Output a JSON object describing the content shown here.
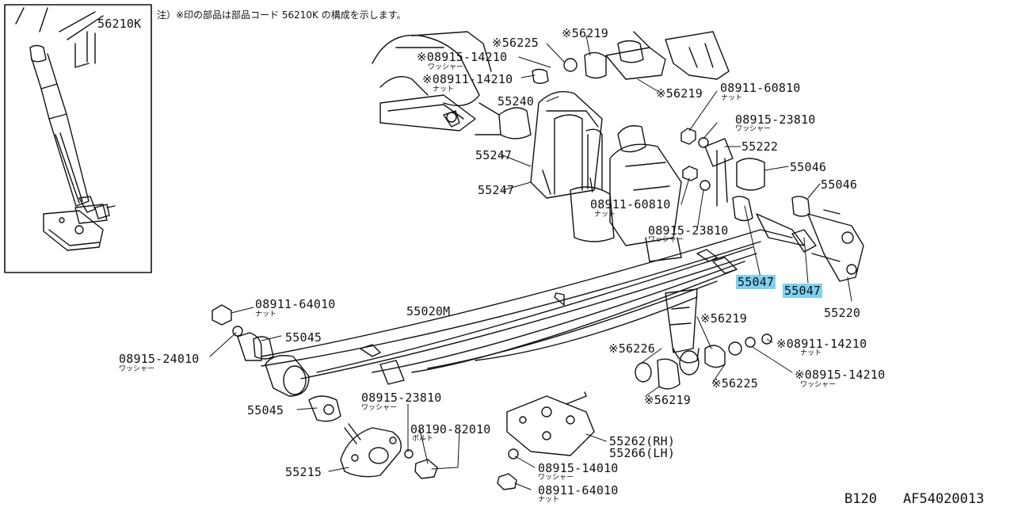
{
  "note": "注）※印の部品は部品コード 56210K の構成を示します。",
  "inset_label": "56210K",
  "labels": {
    "p56225_top": "※56225",
    "p56219_top": "※56219",
    "p08915_14210_top": "※08915-14210",
    "p08915_14210_top_sub": "ワッシャー",
    "p08911_14210_top": "※08911-14210",
    "p08911_14210_top_sub": "ナット",
    "p55240": "55240",
    "p56219_mid": "※56219",
    "p08911_60810_top": "08911-60810",
    "p08911_60810_top_sub": "ナット",
    "p08915_23810_top": "08915-23810",
    "p08915_23810_top_sub": "ワッシャー",
    "p55222": "55222",
    "p55247_a": "55247",
    "p55247_b": "55247",
    "p55046_a": "55046",
    "p55046_b": "55046",
    "p08911_60810_mid": "08911-60810",
    "p08911_60810_mid_sub": "ナット",
    "p08915_23810_mid": "08915-23810",
    "p08915_23810_mid_sub": "ワッシャー",
    "p55047_a": "55047",
    "p55047_b": "55047",
    "p55220": "55220",
    "p08911_64010_left": "08911-64010",
    "p08911_64010_left_sub": "ナット",
    "p55020M": "55020M",
    "p55045_top": "55045",
    "p08915_24010": "08915-24010",
    "p08915_24010_sub": "ワッシャー",
    "p56219_right": "※56219",
    "p08911_14210_right": "※08911-14210",
    "p08911_14210_right_sub": "ナット",
    "p56226": "※56226",
    "p56225_right": "※56225",
    "p08915_14210_right": "※08915-14210",
    "p08915_14210_right_sub": "ワッシャー",
    "p56219_bottom": "※56219",
    "p08915_23810_bottom": "08915-23810",
    "p08915_23810_bottom_sub": "ワッシャー",
    "p55045_bottom": "55045",
    "p08190_82010": "08190-82010",
    "p08190_82010_sub": "ボルト",
    "p55262": "55262(RH)",
    "p55266": "55266(LH)",
    "p55215": "55215",
    "p08915_14010": "08915-14010",
    "p08915_14010_sub": "ワッシャー",
    "p08911_64010_bottom": "08911-64010",
    "p08911_64010_bottom_sub": "ナット"
  },
  "footer": {
    "model": "B120",
    "code": "AF54020013"
  },
  "colors": {
    "highlight": "#7fd0f2",
    "line": "#111111"
  }
}
